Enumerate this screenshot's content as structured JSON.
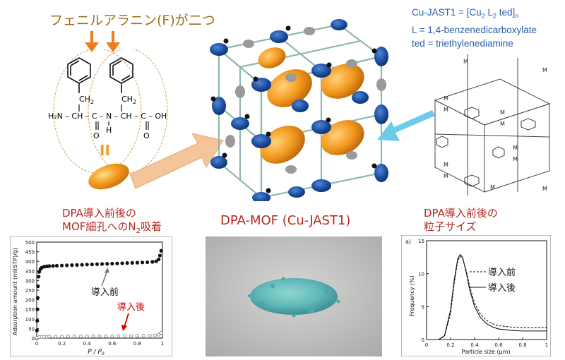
{
  "title_top": "フェニルアラニン(F)が二つ",
  "equals_mark": "II",
  "center_caption": "DPA-MOF (Cu-JAST1)",
  "left_caption": {
    "line1": "DPA導入前後の",
    "line2_pre": "MOF細孔へのN",
    "line2_sub": "2",
    "line2_post": "吸着"
  },
  "right_caption": {
    "line1": "DPA導入前後の",
    "line2": "粒子サイズ"
  },
  "formula": {
    "line1_pre": "Cu-JAST1 =   [Cu",
    "sub_cu": "2",
    "l": " L",
    "sub_l": "2",
    "ted": " ted]",
    "sub_n": "n",
    "line2": "L = 1,4-benzenedicarboxylate",
    "line3": "ted = triethylenediamine"
  },
  "molecule": {
    "ch2_left": "CH",
    "ch2_right": "CH",
    "sub2": "2",
    "chain": "H₂N – CH – C – N – CH – C – OH",
    "o1": "O",
    "o2": "O",
    "h": "H"
  },
  "colors": {
    "copper": "#7d4f1a",
    "red": "#b5281f",
    "blue": "#2a5ca8",
    "orange": "#f39a1f",
    "navy": "#1d4e9e",
    "teal": "#5fb8b8"
  },
  "chart_data": [
    {
      "type": "scatter",
      "xlabel_pre": "P / P",
      "xlabel_sub": "0",
      "ylabel": "Adsorption amount (ml(STP)/g)",
      "xlim": [
        0,
        1
      ],
      "ylim": [
        0,
        500
      ],
      "xticks": [
        "0",
        "0.2",
        "0.4",
        "0.6",
        "0.8",
        "1"
      ],
      "yticks": [
        "0",
        "50",
        "100",
        "150",
        "200",
        "250",
        "300",
        "350",
        "400",
        "450",
        "500"
      ],
      "annotations": {
        "before": "導入前",
        "after": "導入後"
      },
      "series": [
        {
          "name": "導入前",
          "marker": "filled",
          "x": [
            0,
            0.002,
            0.004,
            0.006,
            0.008,
            0.01,
            0.015,
            0.02,
            0.03,
            0.04,
            0.06,
            0.08,
            0.1,
            0.13,
            0.16,
            0.2,
            0.24,
            0.28,
            0.32,
            0.36,
            0.4,
            0.44,
            0.48,
            0.52,
            0.56,
            0.6,
            0.64,
            0.68,
            0.72,
            0.76,
            0.8,
            0.84,
            0.88,
            0.92,
            0.95,
            0.97,
            0.98,
            0.99
          ],
          "y": [
            0,
            40,
            90,
            150,
            210,
            270,
            320,
            345,
            360,
            367,
            372,
            374,
            375,
            376,
            377,
            378,
            379,
            380,
            381,
            382,
            383,
            384,
            385,
            386,
            387,
            388,
            389,
            390,
            391,
            392,
            393,
            394,
            395,
            397,
            400,
            410,
            430,
            455
          ]
        },
        {
          "name": "導入後",
          "marker": "open",
          "x": [
            0,
            0.02,
            0.04,
            0.06,
            0.08,
            0.1,
            0.15,
            0.2,
            0.25,
            0.3,
            0.35,
            0.4,
            0.45,
            0.5,
            0.55,
            0.6,
            0.65,
            0.7,
            0.75,
            0.8,
            0.85,
            0.9,
            0.94,
            0.97,
            0.99
          ],
          "y": [
            2,
            5,
            6,
            7,
            7,
            8,
            8,
            8,
            9,
            9,
            9,
            9,
            10,
            10,
            10,
            10,
            11,
            11,
            11,
            12,
            12,
            13,
            14,
            18,
            28
          ]
        }
      ]
    },
    {
      "type": "line",
      "panel_label": "a)",
      "xlabel": "Particle size (μm)",
      "ylabel": "Frequency (%)",
      "xlim": [
        0,
        1
      ],
      "ylim": [
        0,
        15
      ],
      "xticks": [
        "0",
        "0.2",
        "0.4",
        "0.6",
        "0.8",
        "1"
      ],
      "yticks": [
        "0",
        "5",
        "10",
        "15"
      ],
      "legend": [
        "導入前",
        "導入後"
      ],
      "series": [
        {
          "name": "導入前",
          "style": "dashed",
          "x": [
            0.1,
            0.15,
            0.2,
            0.23,
            0.26,
            0.28,
            0.3,
            0.33,
            0.36,
            0.4,
            0.45,
            0.5,
            0.55,
            0.6,
            0.7,
            0.8,
            0.9,
            1.0
          ],
          "y": [
            0,
            0.5,
            4,
            8.5,
            12,
            12.6,
            12.3,
            10.5,
            8,
            5.5,
            3.8,
            2.9,
            2.4,
            2.1,
            1.9,
            1.8,
            1.8,
            1.8
          ]
        },
        {
          "name": "導入後",
          "style": "solid",
          "x": [
            0.1,
            0.15,
            0.2,
            0.23,
            0.26,
            0.28,
            0.3,
            0.33,
            0.36,
            0.4,
            0.45,
            0.5,
            0.55,
            0.6,
            0.7,
            0.8,
            0.9,
            1.0
          ],
          "y": [
            0,
            0.6,
            4.5,
            9,
            12.3,
            12.9,
            12.5,
            10.2,
            7.5,
            5,
            3.3,
            2.4,
            1.9,
            1.6,
            1.4,
            1.3,
            1.3,
            1.3
          ]
        }
      ]
    }
  ]
}
